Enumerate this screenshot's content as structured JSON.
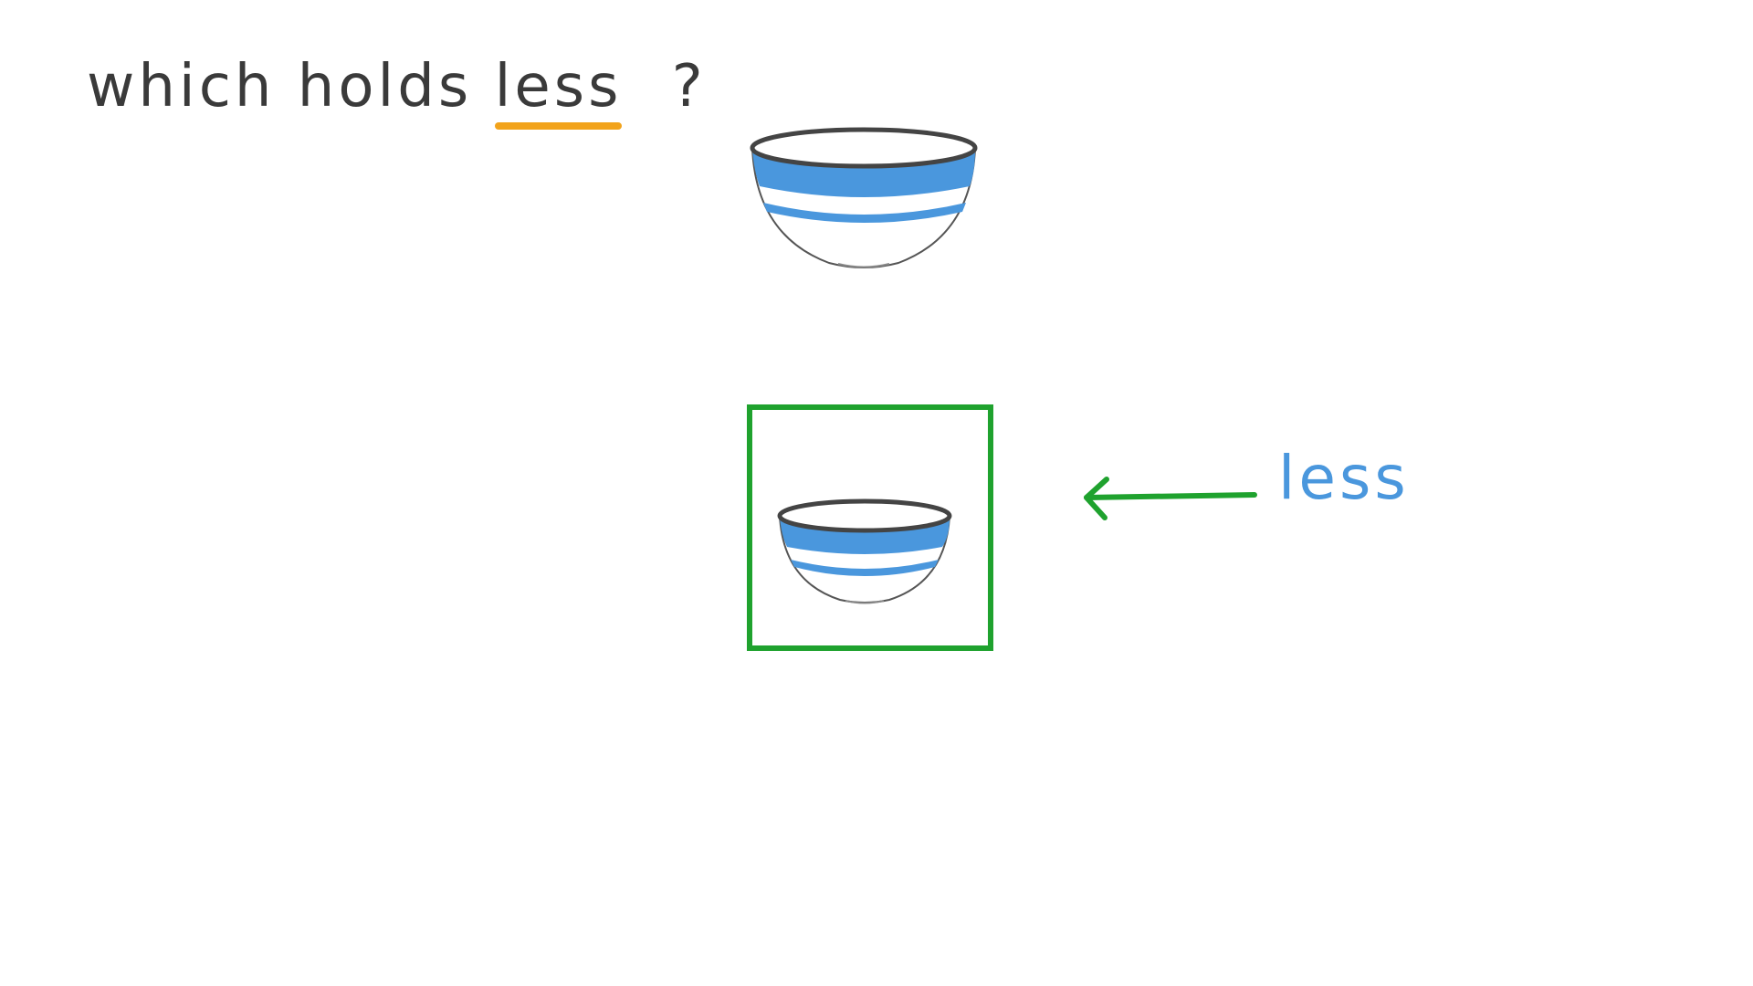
{
  "question": {
    "prefix": "which holds",
    "highlight": "less",
    "suffix": "?",
    "underline_color": "#f2a31b"
  },
  "colors": {
    "bowl_stripe": "#4a97dd",
    "bowl_outline": "#444444",
    "answer_box": "#1fa22e",
    "arrow": "#1fa22e"
  },
  "answer": {
    "label": "less",
    "selected_bowl": "small-bowl"
  }
}
